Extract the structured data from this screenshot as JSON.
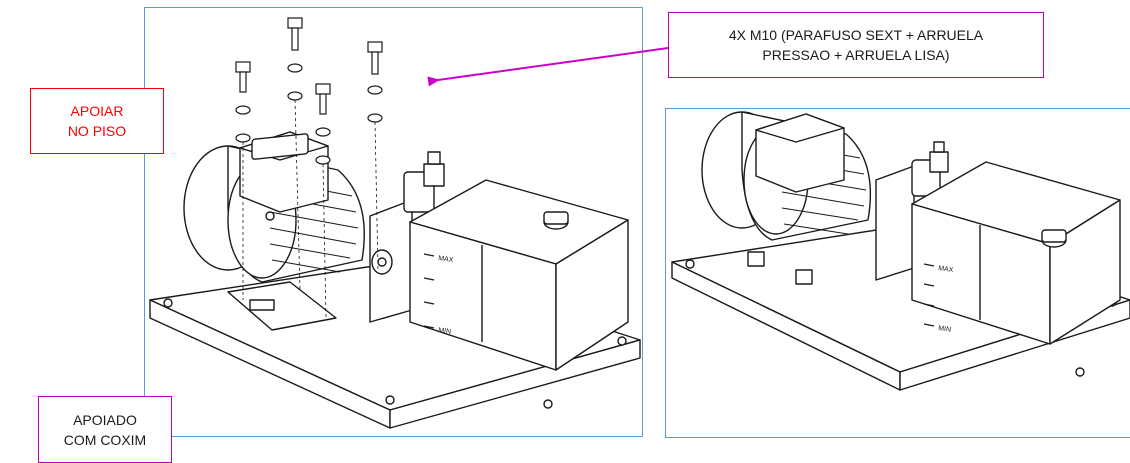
{
  "colors": {
    "frame_border": "#5b9bd5",
    "callout_border": "#c000c0",
    "arrow": "#cc00cc",
    "warning_text": "#ff0000",
    "warning_border": "#ff0000"
  },
  "callouts": {
    "fasteners": {
      "line1": "4X M10 (PARAFUSO SEXT + ARRUELA",
      "line2": "PRESSAO + ARRUELA LISA)"
    },
    "floor": {
      "line1": "APOIAR",
      "line2": "NO PISO"
    },
    "cushion": {
      "line1": "APOIADO",
      "line2": "COM COXIM"
    }
  },
  "tank_marks": {
    "max": "MAX",
    "min": "MIN"
  }
}
